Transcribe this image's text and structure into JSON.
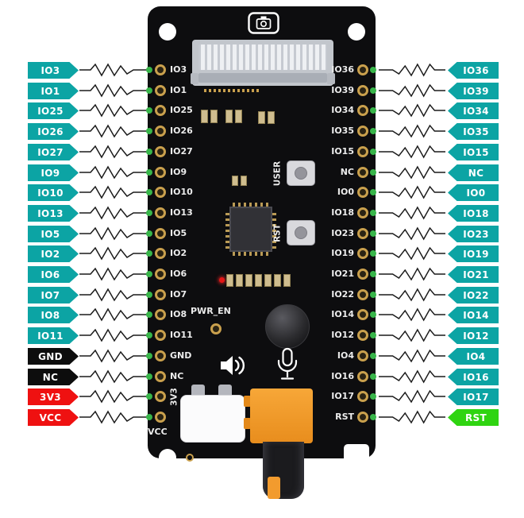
{
  "colors": {
    "teal": "#0ca4a4",
    "black": "#0d0d0d",
    "red": "#ef1111",
    "green": "#2fd411",
    "pad_gold": "#c9a04d",
    "dot_green": "#38b54a",
    "board": "#0d0d0f",
    "wire": "#1a1a1a"
  },
  "board": {
    "camera_icon": "camera",
    "user_button_label": "USER",
    "rst_button_label": "RST",
    "pwr_en_label": "PWR_EN",
    "speaker_icon": "speaker",
    "microphone_icon": "microphone"
  },
  "pins_left": [
    {
      "label": "IO3",
      "color": "teal"
    },
    {
      "label": "IO1",
      "color": "teal"
    },
    {
      "label": "IO25",
      "color": "teal"
    },
    {
      "label": "IO26",
      "color": "teal"
    },
    {
      "label": "IO27",
      "color": "teal"
    },
    {
      "label": "IO9",
      "color": "teal"
    },
    {
      "label": "IO10",
      "color": "teal"
    },
    {
      "label": "IO13",
      "color": "teal"
    },
    {
      "label": "IO5",
      "color": "teal"
    },
    {
      "label": "IO2",
      "color": "teal"
    },
    {
      "label": "IO6",
      "color": "teal"
    },
    {
      "label": "IO7",
      "color": "teal"
    },
    {
      "label": "IO8",
      "color": "teal"
    },
    {
      "label": "IO11",
      "color": "teal"
    },
    {
      "label": "GND",
      "color": "black"
    },
    {
      "label": "NC",
      "color": "black"
    },
    {
      "label": "3V3",
      "color": "red",
      "board": "vertical"
    },
    {
      "label": "VCC",
      "color": "red",
      "board": "below"
    }
  ],
  "pins_right": [
    {
      "label": "IO36",
      "color": "teal"
    },
    {
      "label": "IO39",
      "color": "teal"
    },
    {
      "label": "IO34",
      "color": "teal"
    },
    {
      "label": "IO35",
      "color": "teal"
    },
    {
      "label": "IO15",
      "color": "teal"
    },
    {
      "label": "NC",
      "color": "teal"
    },
    {
      "label": "IO0",
      "color": "teal"
    },
    {
      "label": "IO18",
      "color": "teal"
    },
    {
      "label": "IO23",
      "color": "teal"
    },
    {
      "label": "IO19",
      "color": "teal"
    },
    {
      "label": "IO21",
      "color": "teal"
    },
    {
      "label": "IO22",
      "color": "teal"
    },
    {
      "label": "IO14",
      "color": "teal"
    },
    {
      "label": "IO12",
      "color": "teal"
    },
    {
      "label": "IO4",
      "color": "teal"
    },
    {
      "label": "IO16",
      "color": "teal"
    },
    {
      "label": "IO17",
      "color": "teal"
    },
    {
      "label": "RST",
      "color": "green"
    }
  ]
}
